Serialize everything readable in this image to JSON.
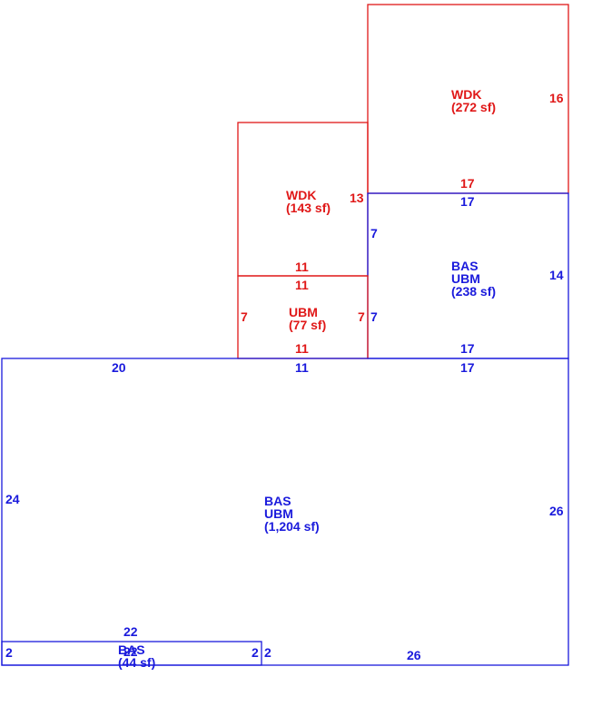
{
  "colors": {
    "blue": "#1a1adc",
    "red": "#e01818"
  },
  "areas": [
    {
      "id": "wdk-upper",
      "color": "red",
      "lines": [
        "WDK",
        "(272 sf)"
      ]
    },
    {
      "id": "wdk-lower",
      "color": "red",
      "lines": [
        "WDK",
        "(143 sf)"
      ]
    },
    {
      "id": "bas-ubm-238",
      "color": "blue",
      "lines": [
        "BAS",
        "UBM",
        "(238 sf)"
      ]
    },
    {
      "id": "ubm-77",
      "color": "red",
      "lines": [
        "UBM",
        "(77 sf)"
      ]
    },
    {
      "id": "bas-ubm-1204",
      "color": "blue",
      "lines": [
        "BAS",
        "UBM",
        "(1,204 sf)"
      ]
    },
    {
      "id": "bas-44",
      "color": "blue",
      "lines": [
        "BAS",
        "(44 sf)"
      ]
    }
  ],
  "dimensions": [
    {
      "id": "wdk-upper-right",
      "color": "red",
      "value": "16"
    },
    {
      "id": "wdk-upper-bottom",
      "color": "red",
      "value": "17"
    },
    {
      "id": "wdk-lower-right",
      "color": "red",
      "value": "13"
    },
    {
      "id": "wdk-lower-bottom",
      "color": "red",
      "value": "11"
    },
    {
      "id": "bas238-top",
      "color": "blue",
      "value": "17"
    },
    {
      "id": "bas238-left-upper",
      "color": "blue",
      "value": "7"
    },
    {
      "id": "bas238-left-lower",
      "color": "blue",
      "value": "7"
    },
    {
      "id": "bas238-right",
      "color": "blue",
      "value": "14"
    },
    {
      "id": "bas238-bottom",
      "color": "blue",
      "value": "17"
    },
    {
      "id": "ubm77-top",
      "color": "red",
      "value": "11"
    },
    {
      "id": "ubm77-left",
      "color": "red",
      "value": "7"
    },
    {
      "id": "ubm77-right",
      "color": "red",
      "value": "7"
    },
    {
      "id": "ubm77-bottom",
      "color": "red",
      "value": "11"
    },
    {
      "id": "main-top-left",
      "color": "blue",
      "value": "20"
    },
    {
      "id": "main-top-mid",
      "color": "blue",
      "value": "11"
    },
    {
      "id": "main-top-right",
      "color": "blue",
      "value": "17"
    },
    {
      "id": "main-left",
      "color": "blue",
      "value": "24"
    },
    {
      "id": "main-right",
      "color": "blue",
      "value": "26"
    },
    {
      "id": "main-bottom",
      "color": "blue",
      "value": "26"
    },
    {
      "id": "small-top",
      "color": "blue",
      "value": "22"
    },
    {
      "id": "small-bottom",
      "color": "blue",
      "value": "22"
    },
    {
      "id": "small-left",
      "color": "blue",
      "value": "2"
    },
    {
      "id": "small-right-inner",
      "color": "blue",
      "value": "2"
    },
    {
      "id": "small-right-outer",
      "color": "blue",
      "value": "2"
    }
  ]
}
